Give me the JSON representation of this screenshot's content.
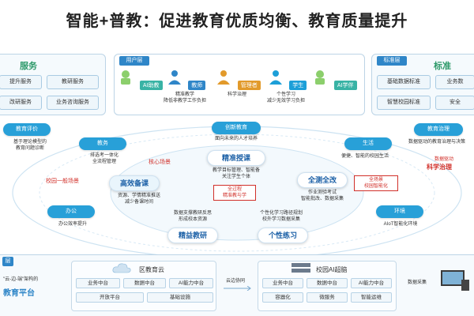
{
  "title": "智能+普教：促进教育优质均衡、教育质量提升",
  "left_panel": {
    "title": "服务",
    "services": [
      "提升服务",
      "教研服务",
      "改研服务",
      "业务咨询服务"
    ]
  },
  "right_panel": {
    "tag": "标准层",
    "title": "标准",
    "services": [
      "基础数据标准",
      "业务数",
      "智慧校园标准",
      "安全"
    ]
  },
  "user_layer": {
    "tag": "用户层",
    "users": [
      {
        "label": "AI助教",
        "desc": ""
      },
      {
        "label": "教师",
        "desc": "精准教学\n降低非教学工作负担"
      },
      {
        "label": "管理者",
        "desc": "科学治理"
      },
      {
        "label": "学生",
        "desc": "个性学习\n减少无效学习负担"
      },
      {
        "label": "AI学伴",
        "desc": ""
      }
    ]
  },
  "outer_nodes": {
    "innovation": {
      "label": "创新教育",
      "desc": "面向未来的人才培养"
    },
    "education": {
      "label": "教务",
      "desc": "排选考一体化\n全流程管理"
    },
    "evaluation": {
      "label": "教育评价",
      "desc": "基于理论模型的\n教育问题诊断"
    },
    "office": {
      "label": "办公",
      "desc": "办公效率提升"
    },
    "life": {
      "label": "生活",
      "desc": "便捷、智能的校园生活"
    },
    "governance": {
      "label": "教育治理",
      "desc": "数据驱动的教育治理与决策"
    },
    "environment": {
      "label": "环境",
      "desc": "AIoT智能化环境"
    }
  },
  "red_labels": {
    "core_scene": "核心场景",
    "school_general": "校园一般场景",
    "full_scene_left": "全过程\n精准教与学",
    "full_scene_right": "全场景\n校园智能化",
    "science_gov_top": "数据驱动",
    "science_gov": "科学治理"
  },
  "inner_nodes": {
    "precise_teaching": "精准授课",
    "precise_desc": "教学目标管理、智能备\n关注学生个体",
    "efficient_prep": "高效备课",
    "efficient_desc": "资源、学情精准推送\n减少备课时间",
    "full_test": "全测全改",
    "full_test_desc": "作业测验考试\n智能批改、数据采集",
    "precise_research": "精益教研",
    "research_desc": "数据支撑教研反思\n形成校本资源",
    "personal_practice": "个性练习",
    "practice_desc": "个性化学习路径规划\n校外学习数据采集"
  },
  "bottom": {
    "left_tag": "层",
    "left_caption_a": "\"云-边-端\"架构的",
    "left_caption_b": "教育平台",
    "region_cloud": {
      "title": "区教育云",
      "chips": [
        "业务中台",
        "数据中台",
        "AI能力中台",
        "开放平台",
        "基础设施"
      ]
    },
    "sync": "云边协同",
    "campus": {
      "title": "校园AI超脑",
      "chips": [
        "业务中台",
        "数据中台",
        "AI能力中台",
        "容器化",
        "微服务",
        "智能运维"
      ]
    },
    "data_collect": "数据采集"
  },
  "colors": {
    "accent_blue": "#28a0d8",
    "accent_green": "#2e9a6a",
    "accent_red": "#d1302a",
    "teacher": "#2f86c8",
    "manager": "#e29a2b",
    "student": "#1c9fd8"
  }
}
